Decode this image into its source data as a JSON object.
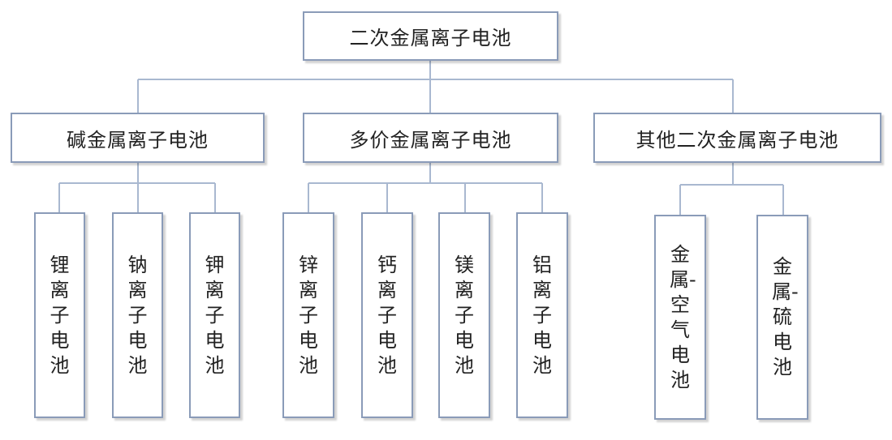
{
  "root": {
    "label": "二次金属离子电池"
  },
  "groups": [
    {
      "label": "碱金属离子电池",
      "children": [
        "锂离子电池",
        "钠离子电池",
        "钾离子电池"
      ]
    },
    {
      "label": "多价金属离子电池",
      "children": [
        "锌离子电池",
        "钙离子电池",
        "镁离子电池",
        "铝离子电池"
      ]
    },
    {
      "label": "其他二次金属离子电池",
      "children": [
        "金属-空气电池",
        "金属-硫电池"
      ]
    }
  ],
  "colors": {
    "border": "#8a9bb8",
    "line": "#a9b8d0",
    "text": "#222222"
  }
}
